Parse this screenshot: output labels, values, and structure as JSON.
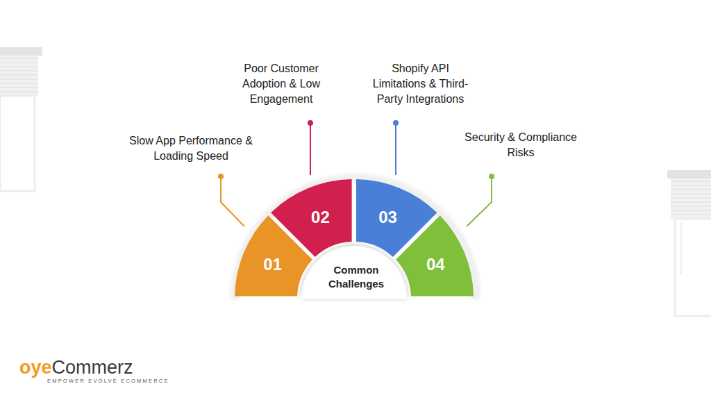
{
  "diagram": {
    "nodes": [
      {
        "text": [
          "01"
        ]
      },
      {
        "text": [
          "02"
        ]
      },
      {
        "text": [
          "03"
        ]
      },
      {
        "text": [
          "04"
        ]
      },
      {
        "text": [
          "Common Challenges"
        ]
      }
    ],
    "labels": [
      "Slow App Performance & Loading Speed",
      "Poor Customer Adoption & Low Engagement",
      "Shopify API Limitations & Third-Party Integrations",
      "Security & Compliance Risks",
      "oye",
      "Commerz",
      "EMPOWER EVOLVE ECOMMERCE"
    ]
  }
}
